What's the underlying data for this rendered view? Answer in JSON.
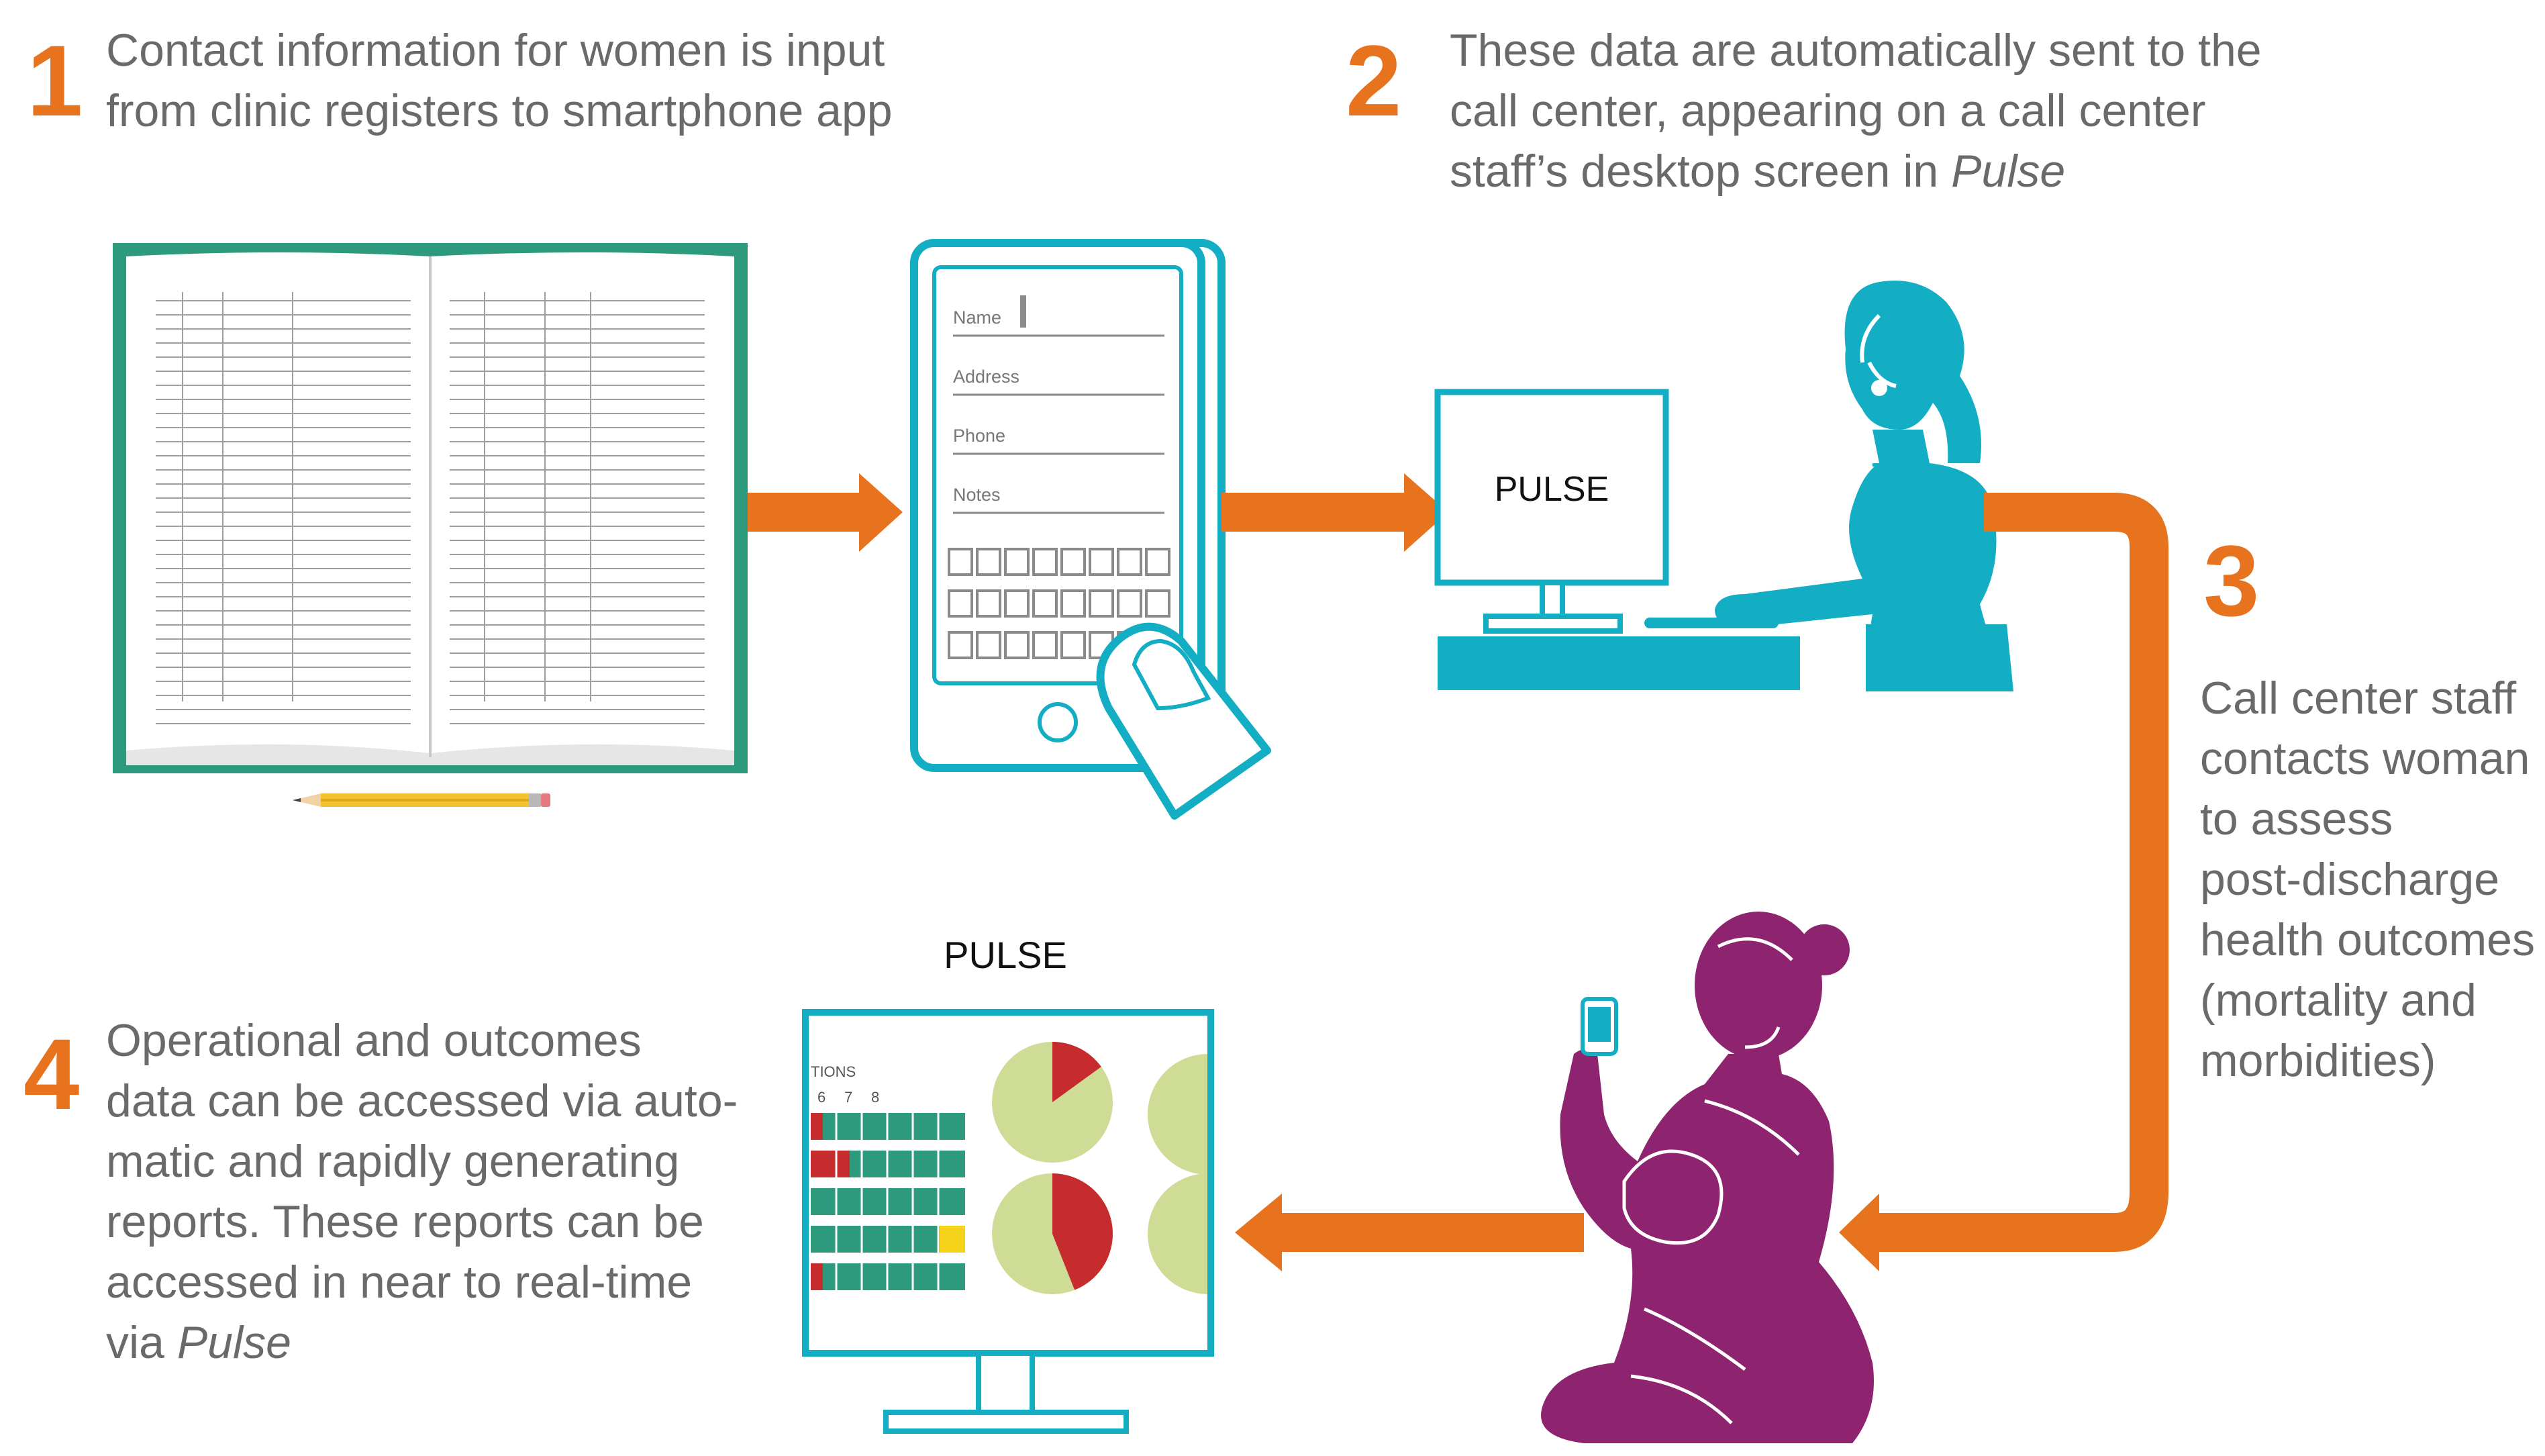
{
  "steps": [
    {
      "number": "1",
      "text": "Contact information for women is input\nfrom clinic registers to smartphone app"
    },
    {
      "number": "2",
      "text_before": "These data are automatically sent to the\ncall center, appearing on a call center\nstaff’s desktop screen in ",
      "text_italic": "Pulse"
    },
    {
      "number": "3",
      "text": "Call center staff\ncontacts woman\nto assess\npost-discharge\nhealth outcomes\n(mortality and\nmorbidities)"
    },
    {
      "number": "4",
      "text_before": "Operational and outcomes\ndata can be accessed via auto-\nmatic and rapidly generating\nreports. These reports can be\naccessed in near to real-time\nvia ",
      "text_italic": "Pulse"
    }
  ],
  "phone_form": {
    "fields": [
      "Name",
      "Address",
      "Phone",
      "Notes"
    ]
  },
  "desktop_screen": {
    "label": "PULSE"
  },
  "report_monitor": {
    "title": "PULSE",
    "partial_header": "TIONS",
    "column_labels": [
      "6",
      "7",
      "8"
    ]
  },
  "colors": {
    "orange": "#e8731e",
    "teal": "#13adc4",
    "green_frame": "#2e9a7d",
    "purple": "#8e2470",
    "text_gray": "#6a6a6a",
    "pie_light": "#cfdc95",
    "pie_red": "#c62b2e",
    "bar_green": "#2e9a7d",
    "bar_yellow": "#f5d31b"
  },
  "icons": [
    "notebook-icon",
    "pencil-icon",
    "smartphone-icon",
    "finger-icon",
    "desktop-computer-icon",
    "call-center-agent-icon",
    "headset-icon",
    "woman-with-baby-icon",
    "mobile-phone-icon",
    "report-monitor-icon",
    "arrow-icon"
  ]
}
